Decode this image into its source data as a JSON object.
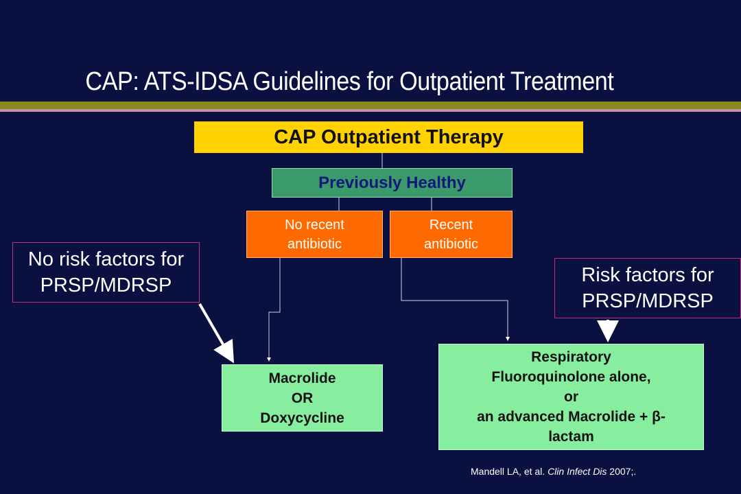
{
  "title": "CAP: ATS-IDSA Guidelines for Outpatient Treatment",
  "diagram": {
    "main": "CAP Outpatient Therapy",
    "previously_healthy": "Previously Healthy",
    "no_recent_line1": "No recent",
    "no_recent_line2": "antibiotic",
    "recent_line1": "Recent",
    "recent_line2": "antibiotic",
    "no_risk_line1": "No risk factors for",
    "no_risk_line2": "PRSP/MDRSP",
    "risk_line1": "Risk factors for",
    "risk_line2": "PRSP/MDRSP",
    "left_result": [
      "Macrolide",
      "OR",
      "Doxycycline"
    ],
    "right_result": [
      "Respiratory",
      "Fluoroquinolone alone,",
      "or",
      "an advanced Macrolide + β-",
      "lactam"
    ]
  },
  "reference": {
    "authors": "Mandell LA, et al. ",
    "journal": "Clin Infect Dis",
    "year": " 2007;."
  },
  "colors": {
    "background": "#0a1140",
    "main_box": "#ffd200",
    "healthy_box": "#3a9a6a",
    "orange_box": "#ff6a00",
    "green_box": "#87ee9f"
  }
}
